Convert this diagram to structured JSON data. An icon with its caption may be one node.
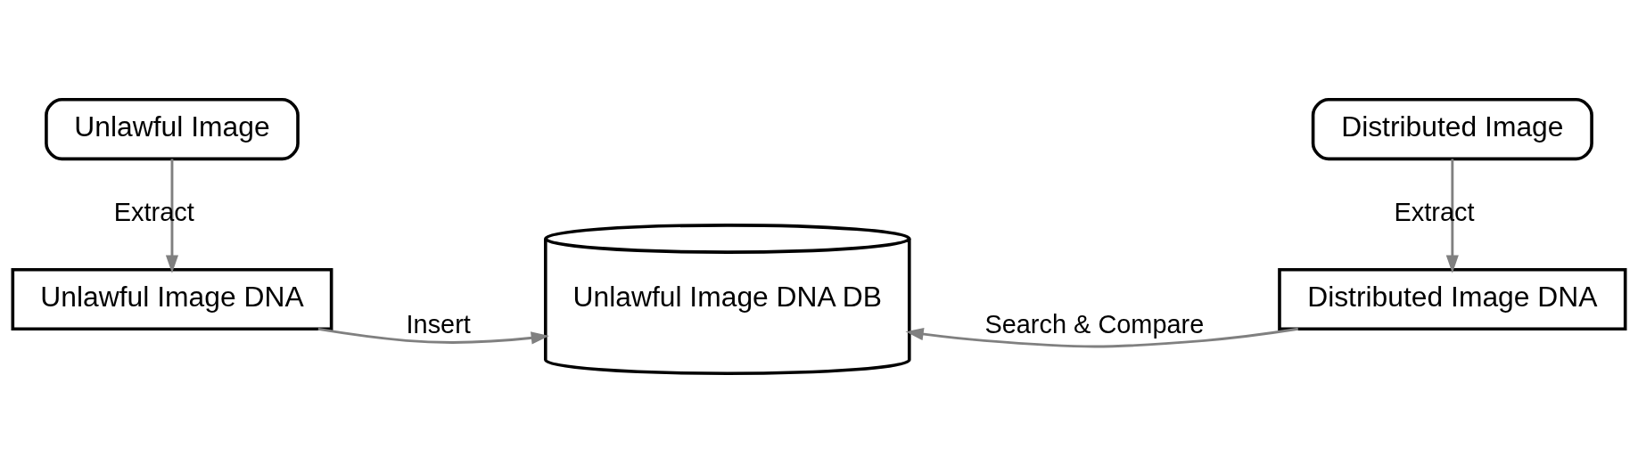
{
  "diagram": {
    "nodes": [
      {
        "text": [
          "Unlawful Image"
        ]
      },
      {
        "text": [
          "Unlawful Image DNA"
        ]
      },
      {
        "text": [
          "Unlawful Image DNA DB"
        ]
      },
      {
        "text": [
          "Distributed Image"
        ]
      },
      {
        "text": [
          "Distributed Image DNA"
        ]
      }
    ],
    "edges": [
      {
        "from": 0,
        "to": 1,
        "arrow": "to",
        "label": "Extract",
        "color": "#808080"
      },
      {
        "from": 1,
        "to": 2,
        "arrow": "to",
        "label": "Insert",
        "color": "#808080"
      },
      {
        "from": 4,
        "to": 2,
        "arrow": "to",
        "label": "Search & Compare",
        "color": "#808080"
      },
      {
        "from": 3,
        "to": 4,
        "arrow": "to",
        "label": "Extract",
        "color": "#808080"
      }
    ]
  }
}
